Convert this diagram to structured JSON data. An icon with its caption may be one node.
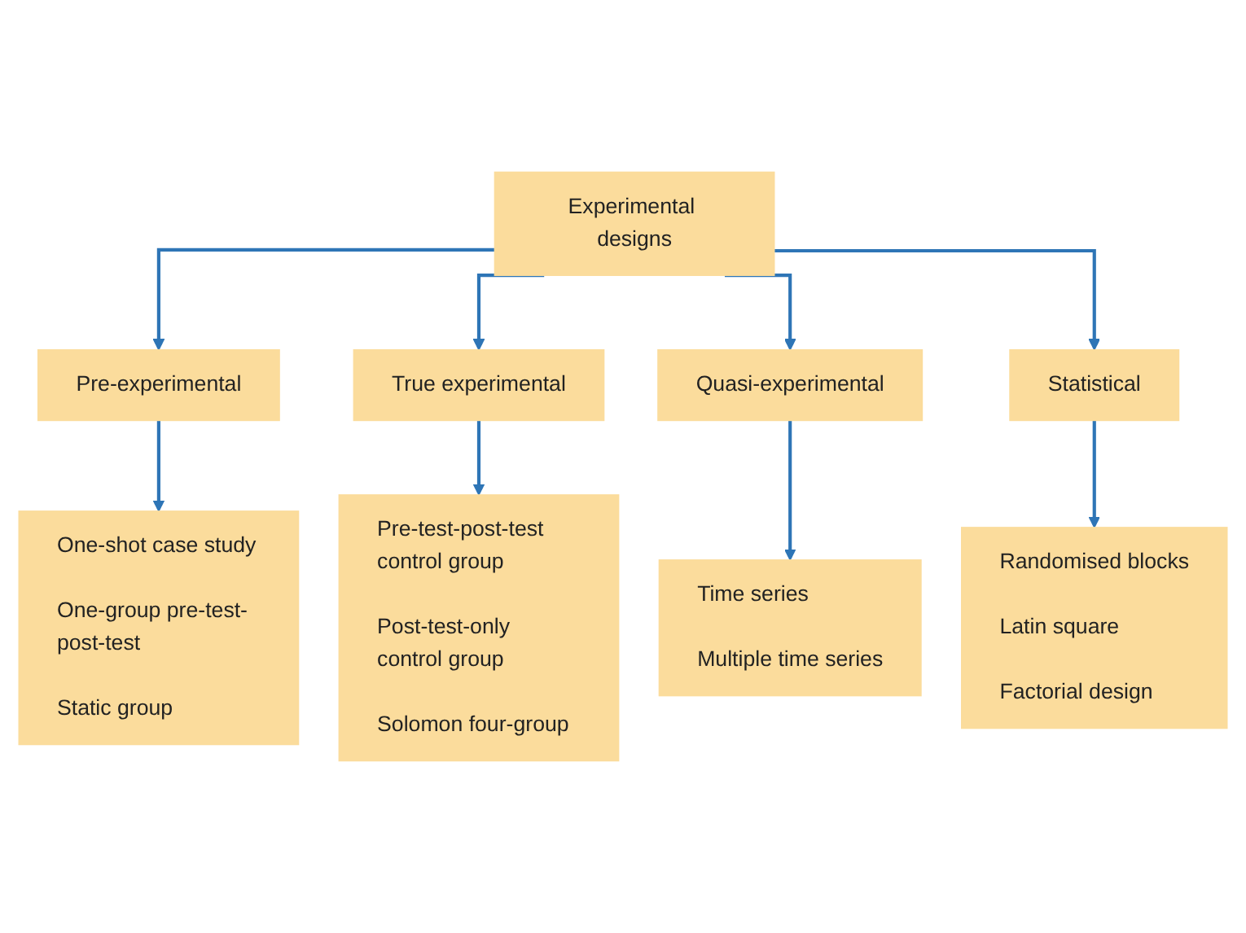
{
  "diagram": {
    "nodes": [
      {
        "text": [
          "Experimental designs"
        ]
      },
      {
        "text": [
          "Pre-experimental"
        ]
      },
      {
        "text": [
          "True experimental"
        ]
      },
      {
        "text": [
          "Quasi-experimental"
        ]
      },
      {
        "text": [
          "Statistical"
        ]
      },
      {
        "text": [
          "One-shot case study",
          "One-group pre-test-post-test",
          "Static group"
        ]
      },
      {
        "text": [
          "Pre-test-post-test control group",
          "Post-test-only control group",
          "Solomon four-group"
        ]
      },
      {
        "text": [
          "Time series",
          "Multiple time series"
        ]
      },
      {
        "text": [
          "Randomised blocks",
          "Latin square",
          "Factorial design"
        ]
      }
    ],
    "edges": [
      {
        "from": 0,
        "to": 1,
        "arrow": "to"
      },
      {
        "from": 0,
        "to": 2,
        "arrow": "to"
      },
      {
        "from": 0,
        "to": 3,
        "arrow": "to"
      },
      {
        "from": 0,
        "to": 4,
        "arrow": "to"
      },
      {
        "from": 1,
        "to": 5,
        "arrow": "to"
      },
      {
        "from": 2,
        "to": 6,
        "arrow": "to"
      },
      {
        "from": 3,
        "to": 7,
        "arrow": "to"
      },
      {
        "from": 4,
        "to": 8,
        "arrow": "to"
      }
    ]
  }
}
